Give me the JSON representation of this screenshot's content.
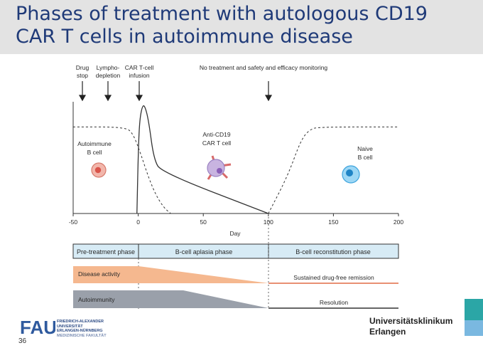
{
  "slide": {
    "title_line1": "Phases of treatment with autologous CD19",
    "title_line2": "CAR T cells in autoimmune disease",
    "page_number": "36"
  },
  "timeline": {
    "events": [
      {
        "line1": "Drug",
        "line2": "stop",
        "day": -45
      },
      {
        "line1": "Lympho-",
        "line2": "depletion",
        "day": -25
      },
      {
        "line1": "CAR T-cell",
        "line2": "infusion",
        "day": 0
      },
      {
        "line1": "No treatment and safety and efficacy monitoring",
        "line2": "",
        "day": 100
      }
    ]
  },
  "chart_data": {
    "type": "line",
    "xlabel": "Day",
    "x_ticks": [
      "-50",
      "0",
      "50",
      "100",
      "150",
      "200"
    ],
    "xlim": [
      -50,
      200
    ],
    "series": [
      {
        "name": "Autoimmune B cell",
        "style": "dashed",
        "x": [
          -50,
          -10,
          -4,
          2,
          8,
          14,
          20,
          25
        ],
        "y": [
          0.8,
          0.8,
          0.74,
          0.55,
          0.33,
          0.16,
          0.05,
          0.0
        ]
      },
      {
        "name": "Anti-CD19 CAR T cell",
        "style": "solid",
        "x": [
          -1,
          0,
          1,
          3,
          5,
          8,
          12,
          18,
          100
        ],
        "y": [
          0.0,
          0.55,
          0.85,
          0.99,
          1.0,
          0.86,
          0.5,
          0.38,
          0.0
        ]
      },
      {
        "name": "Naive B cell",
        "style": "dashed",
        "x": [
          100,
          115,
          125,
          132,
          140,
          200
        ],
        "y": [
          0.0,
          0.35,
          0.68,
          0.78,
          0.8,
          0.8
        ]
      }
    ],
    "cell_labels": [
      {
        "line1": "Autoimmune",
        "line2": "B cell",
        "color": "#e07a6a"
      },
      {
        "line1": "Anti-CD19",
        "line2": "CAR T cell",
        "color": "#a98cc8"
      },
      {
        "line1": "Naive",
        "line2": "B cell",
        "color": "#5ab4e6"
      }
    ]
  },
  "phases": [
    {
      "label": "Pre-treatment phase",
      "start": -50,
      "end": 0
    },
    {
      "label": "B-cell aplasia phase",
      "start": 0,
      "end": 100
    },
    {
      "label": "B-cell reconstitution phase",
      "start": 100,
      "end": 200
    }
  ],
  "rows": {
    "disease_activity": {
      "label": "Disease activity",
      "outcome": "Sustained drug-free remission",
      "color": "#f5b88f",
      "line_color": "#e26b45"
    },
    "autoimmunity": {
      "label": "Autoimmunity",
      "outcome": "Resolution",
      "color": "#9aa0aa",
      "line_color": "#333333"
    }
  },
  "footer": {
    "fau_logo": "FAU",
    "fau_line1": "FRIEDRICH-ALEXANDER",
    "fau_line2": "UNIVERSITÄT",
    "fau_line3": "ERLANGEN-NÜRNBERG",
    "fau_line4": "MEDIZINISCHE FAKULTÄT",
    "uni_line1": "Universitätsklinikum",
    "uni_line2": "Erlangen"
  }
}
